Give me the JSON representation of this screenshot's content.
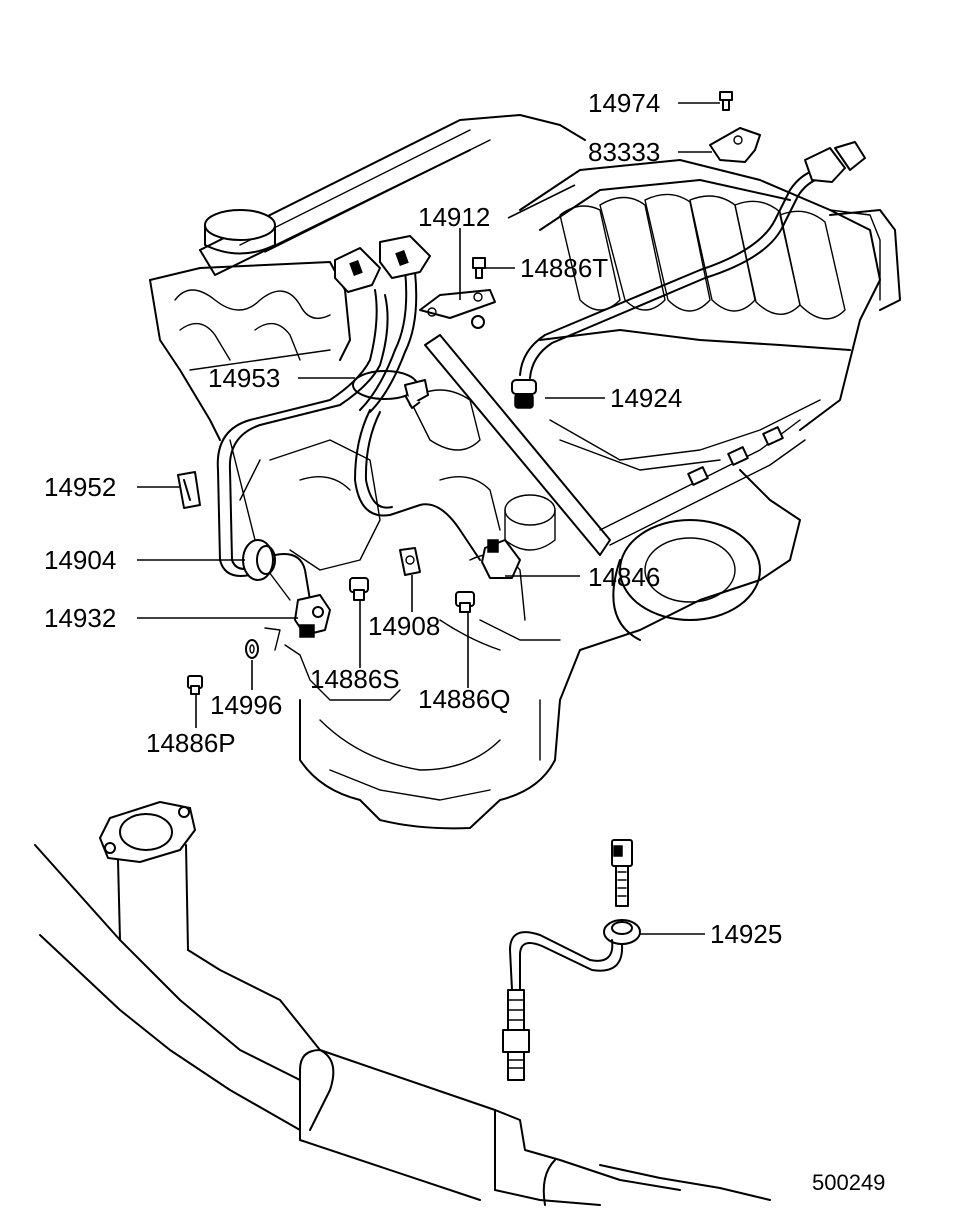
{
  "diagram_code": "500249",
  "callouts": [
    {
      "id": "c14974",
      "text": "14974"
    },
    {
      "id": "c83333",
      "text": "83333"
    },
    {
      "id": "c14912",
      "text": "14912"
    },
    {
      "id": "c14886T",
      "text": "14886T"
    },
    {
      "id": "c14953",
      "text": "14953"
    },
    {
      "id": "c14924",
      "text": "14924"
    },
    {
      "id": "c14952",
      "text": "14952"
    },
    {
      "id": "c14904",
      "text": "14904"
    },
    {
      "id": "c14846",
      "text": "14846"
    },
    {
      "id": "c14932",
      "text": "14932"
    },
    {
      "id": "c14908",
      "text": "14908"
    },
    {
      "id": "c14886S",
      "text": "14886S"
    },
    {
      "id": "c14996",
      "text": "14996"
    },
    {
      "id": "c14886Q",
      "text": "14886Q"
    },
    {
      "id": "c14886P",
      "text": "14886P"
    },
    {
      "id": "c14925",
      "text": "14925"
    }
  ]
}
